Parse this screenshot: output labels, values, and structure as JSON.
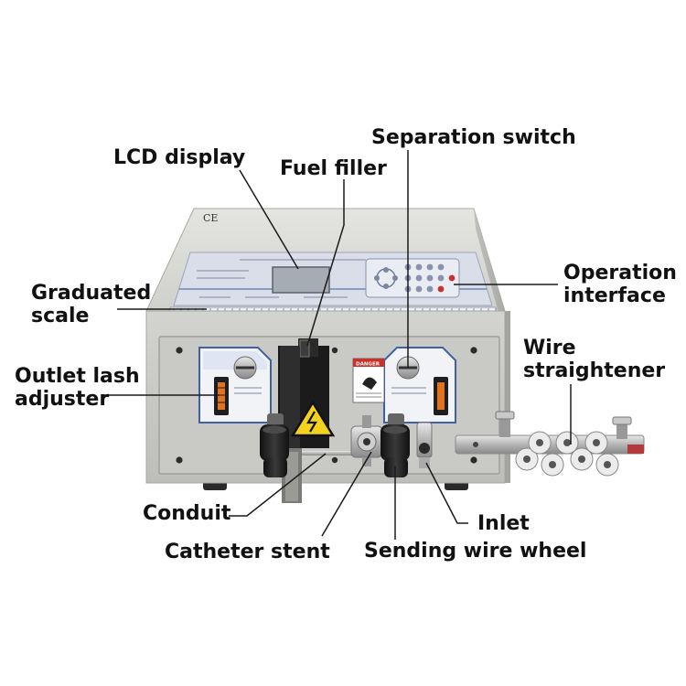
{
  "labels": {
    "lcd_display": "LCD display",
    "fuel_filler": "Fuel filler",
    "separation_switch": "Separation switch",
    "operation_interface": [
      "Operation",
      "interface"
    ],
    "graduated_scale": [
      "Graduated",
      "scale"
    ],
    "wire_straightener": [
      "Wire",
      "straightener"
    ],
    "outlet_lash_adjuster": [
      "Outlet lash",
      "adjuster"
    ],
    "conduit": "Conduit",
    "catheter_stent": "Catheter stent",
    "inlet": "Inlet",
    "sending_wire_wheel": "Sending wire wheel"
  },
  "machine": {
    "ce_mark": "CE",
    "danger_label": "DANGER"
  },
  "colors": {
    "body": "#d6d6d2",
    "front_panel": "#c9cac6",
    "control_panel": "#d9dee9",
    "lcd": "#a6acb3",
    "knob_panel": "#3f5fa8",
    "adjuster": "#e0731f",
    "warning": "#f2d21c",
    "leader_line": "#1a1a1a"
  },
  "icons": [
    "warning-icon",
    "danger-sticker-icon",
    "ce-mark-icon"
  ]
}
